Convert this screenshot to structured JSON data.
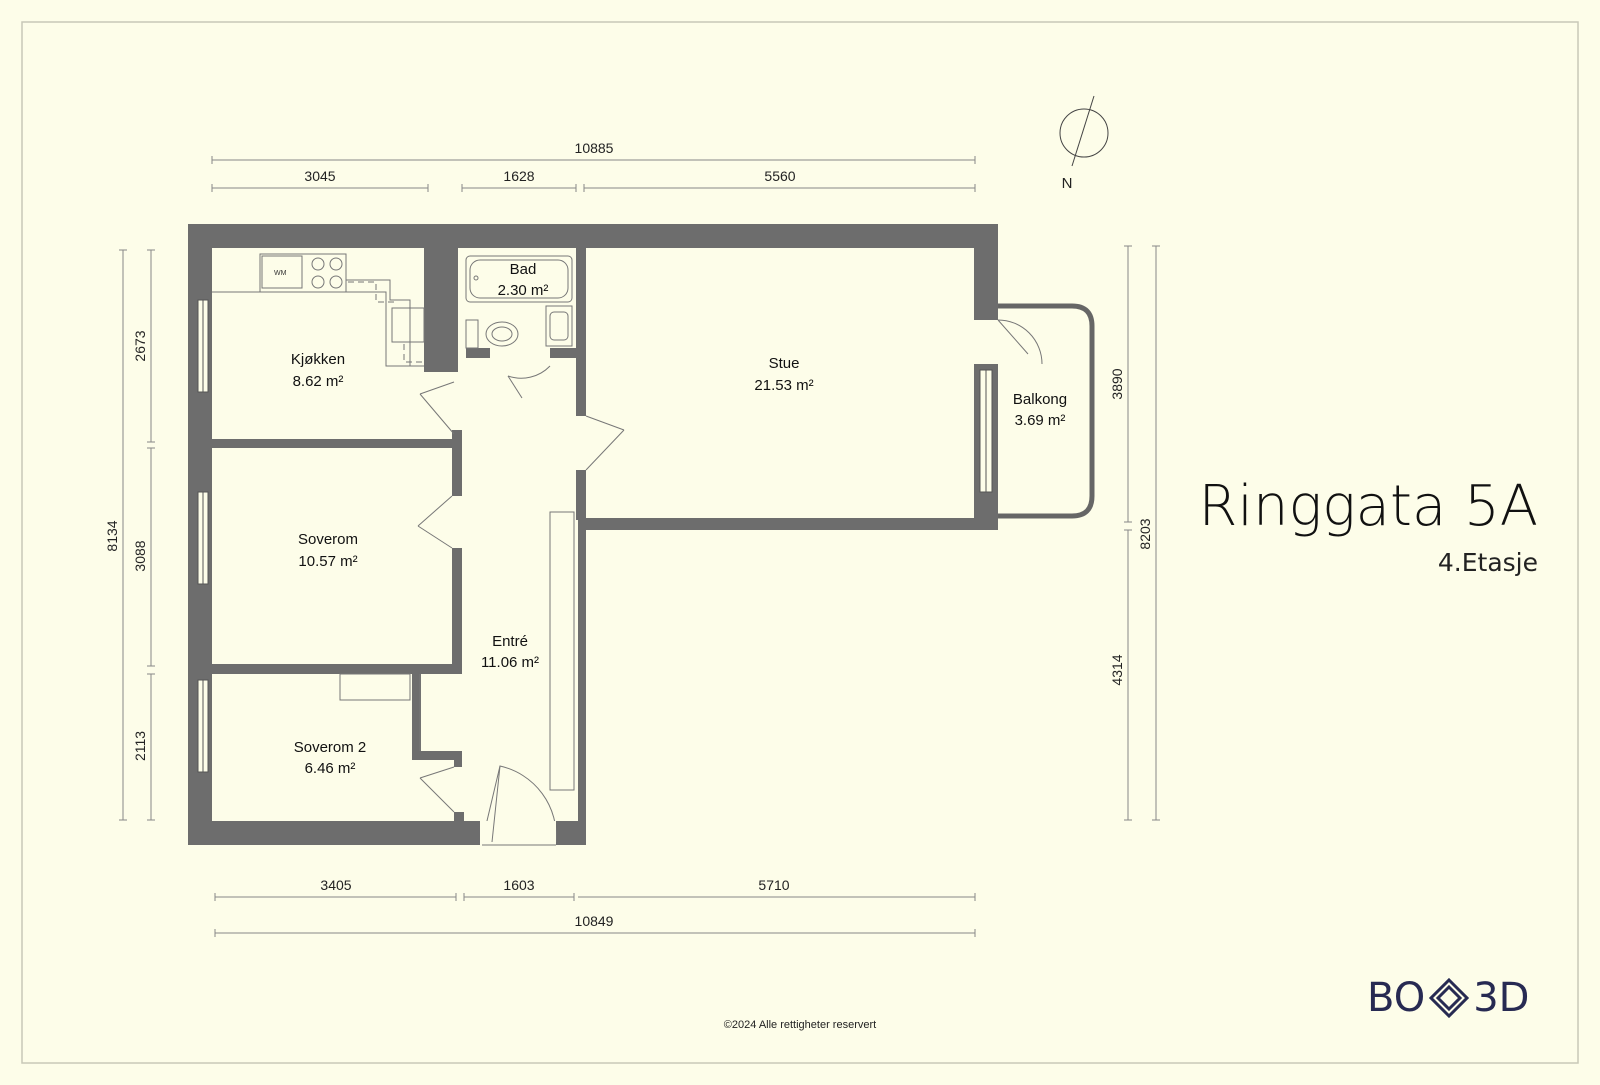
{
  "title": "Ringgata 5A",
  "subtitle": "4.Etasje",
  "copyright": "©2024 Alle rettigheter reservert",
  "logo": {
    "left": "BO",
    "right": "3D",
    "color": "#272a52"
  },
  "compass": {
    "label": "N"
  },
  "colors": {
    "background": "#fdfde9",
    "wall": "#6d6d6d",
    "line": "#555555"
  },
  "rooms": [
    {
      "id": "kjokken",
      "name": "Kjøkken",
      "area": "8.62 m²"
    },
    {
      "id": "bad",
      "name": "Bad",
      "area": "2.30 m²"
    },
    {
      "id": "stue",
      "name": "Stue",
      "area": "21.53 m²"
    },
    {
      "id": "balkong",
      "name": "Balkong",
      "area": "3.69 m²"
    },
    {
      "id": "soverom",
      "name": "Soverom",
      "area": "10.57 m²"
    },
    {
      "id": "entre",
      "name": "Entré",
      "area": "11.06 m²"
    },
    {
      "id": "soverom2",
      "name": "Soverom 2",
      "area": "6.46 m²"
    }
  ],
  "fixtures": {
    "washing_machine": "WM"
  },
  "dimensions": {
    "top_total": "10885",
    "top": [
      "3045",
      "1628",
      "5560"
    ],
    "bottom": [
      "3405",
      "1603",
      "5710"
    ],
    "bottom_total": "10849",
    "left_total": "8134",
    "left": [
      "2673",
      "3088",
      "2113"
    ],
    "right": [
      "3890",
      "4314"
    ],
    "right_total": "8203"
  }
}
